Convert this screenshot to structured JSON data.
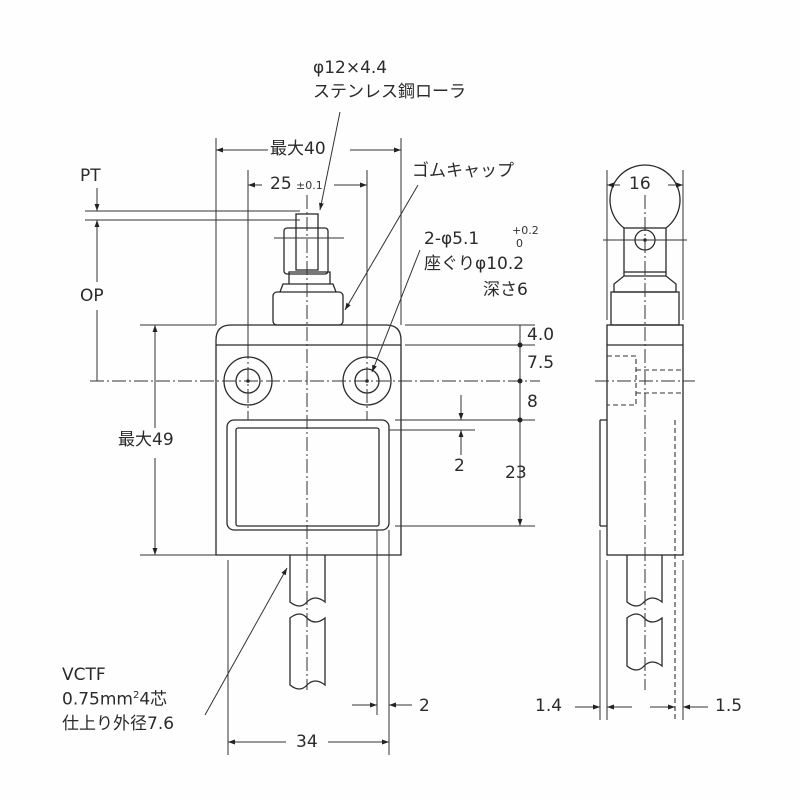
{
  "drawing": {
    "type": "dimensional drawing - limit switch with roller plunger",
    "roller_note": {
      "line1": "φ12×4.4",
      "line2": "ステンレス鋼ローラ"
    },
    "rubber_cap_note": "ゴムキャップ",
    "mounting_holes_note": {
      "line1": "2-φ5.1",
      "tol_upper": "+0.2",
      "tol_lower": "0",
      "line2": "座ぐりφ10.2",
      "line3": "深さ6"
    },
    "cable_note": {
      "line1": "VCTF",
      "line2_prefix": "0.75mm",
      "line2_sup": "2",
      "line2_suffix": "4芯",
      "line3": "仕上り外径7.6"
    },
    "front_view_dims": {
      "max_width": "最大40",
      "hole_pitch": "25",
      "hole_pitch_tol": "±0.1",
      "pt": "PT",
      "op": "OP",
      "max_height": "最大49",
      "dim_4_0": "4.0",
      "dim_7_5": "7.5",
      "dim_8": "8",
      "dim_2_recess": "2",
      "dim_23": "23",
      "dim_2_bottom": "2",
      "dim_34": "34"
    },
    "side_view_dims": {
      "width": "16",
      "left_offset": "1.4",
      "right_offset": "1.5"
    }
  }
}
